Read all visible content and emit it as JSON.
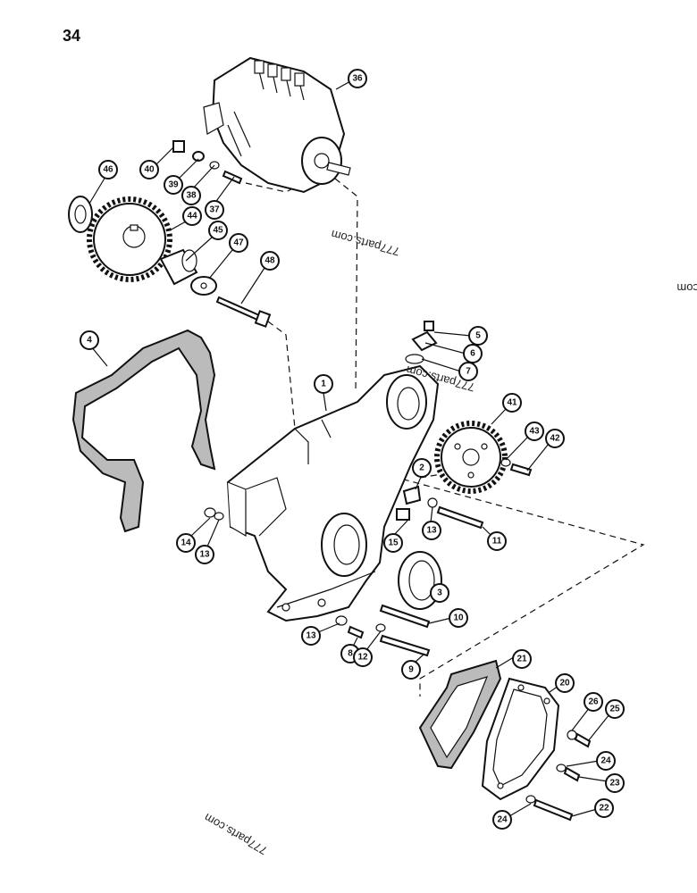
{
  "page_number": "34",
  "watermarks": [
    {
      "text": "777parts.com"
    },
    {
      "text": "777parts.com"
    },
    {
      "text": "777parts.com"
    },
    {
      "text": "com"
    }
  ],
  "callouts": [
    {
      "id": "c1",
      "label": "1"
    },
    {
      "id": "c2",
      "label": "2"
    },
    {
      "id": "c3",
      "label": "3"
    },
    {
      "id": "c4",
      "label": "4"
    },
    {
      "id": "c5",
      "label": "5"
    },
    {
      "id": "c6",
      "label": "6"
    },
    {
      "id": "c7",
      "label": "7"
    },
    {
      "id": "c8",
      "label": "8"
    },
    {
      "id": "c9",
      "label": "9"
    },
    {
      "id": "c10",
      "label": "10"
    },
    {
      "id": "c11",
      "label": "11"
    },
    {
      "id": "c12",
      "label": "12"
    },
    {
      "id": "c13a",
      "label": "13"
    },
    {
      "id": "c13b",
      "label": "13"
    },
    {
      "id": "c13c",
      "label": "13"
    },
    {
      "id": "c14",
      "label": "14"
    },
    {
      "id": "c15",
      "label": "15"
    },
    {
      "id": "c20",
      "label": "20"
    },
    {
      "id": "c21",
      "label": "21"
    },
    {
      "id": "c22",
      "label": "22"
    },
    {
      "id": "c23",
      "label": "23"
    },
    {
      "id": "c24a",
      "label": "24"
    },
    {
      "id": "c24b",
      "label": "24"
    },
    {
      "id": "c25",
      "label": "25"
    },
    {
      "id": "c26",
      "label": "26"
    },
    {
      "id": "c36",
      "label": "36"
    },
    {
      "id": "c37",
      "label": "37"
    },
    {
      "id": "c38",
      "label": "38"
    },
    {
      "id": "c39",
      "label": "39"
    },
    {
      "id": "c40",
      "label": "40"
    },
    {
      "id": "c41",
      "label": "41"
    },
    {
      "id": "c42",
      "label": "42"
    },
    {
      "id": "c43",
      "label": "43"
    },
    {
      "id": "c44",
      "label": "44"
    },
    {
      "id": "c45",
      "label": "45"
    },
    {
      "id": "c46",
      "label": "46"
    },
    {
      "id": "c47",
      "label": "47"
    },
    {
      "id": "c48",
      "label": "48"
    }
  ]
}
